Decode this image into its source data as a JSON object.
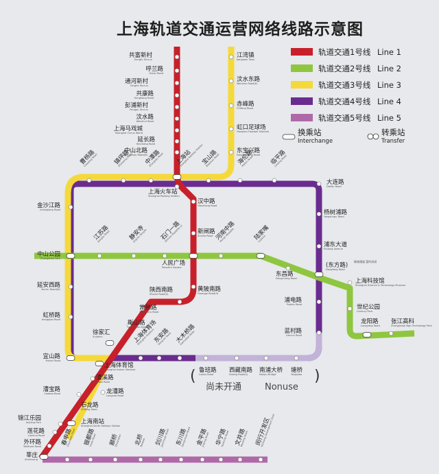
{
  "title": "上海轨道交通运营网络线路示意图",
  "colors": {
    "line1": "#c8202a",
    "line2": "#8fc63f",
    "line3": "#f5d93a",
    "line4": "#6a2c8e",
    "line5": "#b069a8",
    "line4_unopened": "#c3b3d8"
  },
  "legend": {
    "lines": [
      {
        "label": "轨道交通1号线",
        "en": "Line 1",
        "color": "#c8202a"
      },
      {
        "label": "轨道交通2号线",
        "en": "Line 2",
        "color": "#8fc63f"
      },
      {
        "label": "轨道交通3号线",
        "en": "Line 3",
        "color": "#f5d93a"
      },
      {
        "label": "轨道交通4号线",
        "en": "Line 4",
        "color": "#6a2c8e"
      },
      {
        "label": "轨道交通5号线",
        "en": "Line 5",
        "color": "#b069a8"
      }
    ],
    "interchange": {
      "cn": "换乘站",
      "en": "Interchange"
    },
    "transfer": {
      "cn": "转乘站",
      "en": "Transfer"
    }
  },
  "unopened": {
    "cn": "尚未开通",
    "en": "Nonuse"
  },
  "dongfang_note": "(东方路)",
  "dongfang_note_en": "Dongfang Road",
  "dongfang_small": "联络通道  暂时封闭",
  "stations": [
    {
      "id": "gongfuxincun",
      "cn": "共富新村",
      "en": "Gongfu Xincun"
    },
    {
      "id": "hulanlu",
      "cn": "呼兰路",
      "en": "Hulan Road"
    },
    {
      "id": "tonghexincun",
      "cn": "通河新村",
      "en": "Tonghe Xincun"
    },
    {
      "id": "gongkanglu",
      "cn": "共康路",
      "en": "Gongkang Road"
    },
    {
      "id": "pengpuxincun",
      "cn": "彭浦新村",
      "en": "Pengpu Xincun"
    },
    {
      "id": "wenshuilu",
      "cn": "汶水路",
      "en": "Wenshui Road"
    },
    {
      "id": "shmaxicheng",
      "cn": "上海马戏城",
      "en": "Shanghai Circus World"
    },
    {
      "id": "yanchanglu",
      "cn": "延长路",
      "en": "Yanchang Road"
    },
    {
      "id": "zhongshanbeilu",
      "cn": "中山北路",
      "en": "Zhongshan Road(N)"
    },
    {
      "id": "jiangwanzhen",
      "cn": "江湾镇",
      "en": "Jiangwan Town"
    },
    {
      "id": "wenshuidonglu",
      "cn": "汶水东路",
      "en": "Wenshui Road(E)"
    },
    {
      "id": "chifenglu",
      "cn": "赤峰路",
      "en": "Chifeng Road"
    },
    {
      "id": "hongkouzuqiuchang",
      "cn": "虹口足球场",
      "en": "Hongkou Football Stadium"
    },
    {
      "id": "dongbaoxinglu",
      "cn": "东宝兴路",
      "en": "Dongbaoxing Road"
    },
    {
      "id": "caoyanglu",
      "cn": "曹杨路",
      "en": "Caoyang Road"
    },
    {
      "id": "zhenpinglu",
      "cn": "镇坪路",
      "en": "Zhenping Road"
    },
    {
      "id": "zhongtanlu",
      "cn": "中潭路",
      "en": "Zhongtan Road"
    },
    {
      "id": "shanghaizhan",
      "cn": "上海站",
      "en": "Shanghai Railway Station"
    },
    {
      "id": "baoshanlu",
      "cn": "宝山路",
      "en": "Baoshan Road"
    },
    {
      "id": "hailunlu",
      "cn": "海伦路",
      "en": "Hailun Road"
    },
    {
      "id": "linpinglu",
      "cn": "临平路",
      "en": "Linping Road"
    },
    {
      "id": "dalianlu",
      "cn": "大连路",
      "en": "Dalian Road"
    },
    {
      "id": "shanghaihuochezhan",
      "cn": "上海火车站",
      "en": "Shanghai Railway Station"
    },
    {
      "id": "hanzhonglu",
      "cn": "汉中路",
      "en": "Hanzhong Road"
    },
    {
      "id": "jinshajianglu",
      "cn": "金沙江路",
      "en": "Jinshajiang Road"
    },
    {
      "id": "yangshupulu",
      "cn": "杨树浦路",
      "en": "Yangshupu Road"
    },
    {
      "id": "xinzhalu",
      "cn": "新闸路",
      "en": "Xinzha Road"
    },
    {
      "id": "jiangsulu",
      "cn": "江苏路",
      "en": "Jiangsu Road"
    },
    {
      "id": "jinganssi",
      "cn": "静安寺",
      "en": "Jing'an Temple"
    },
    {
      "id": "shimenyilu",
      "cn": "石门一路",
      "en": "Shimen Road(No.1)"
    },
    {
      "id": "henanzhonglu",
      "cn": "河南中路",
      "en": "Henan Road(M)"
    },
    {
      "id": "lujiazui",
      "cn": "陆家嘴",
      "en": "Lujiazui"
    },
    {
      "id": "zhongshangongyuan",
      "cn": "中山公园",
      "en": "Zhongshan Park"
    },
    {
      "id": "renminguangchang",
      "cn": "人民广场",
      "en": "People's Square"
    },
    {
      "id": "pudongdadao",
      "cn": "浦东大道",
      "en": "Pudong Avenue"
    },
    {
      "id": "dongchanglu",
      "cn": "东昌路",
      "en": "Dongchang Road"
    },
    {
      "id": "dongfanglu",
      "cn": "(东方路)",
      "en": "Dongfang Road"
    },
    {
      "id": "zhangjiangkeji",
      "cn": "上海科技馆",
      "en": "Shanghai Science & Technology Museum"
    },
    {
      "id": "yananxilu",
      "cn": "延安西路",
      "en": "Yan'an Road(W)"
    },
    {
      "id": "shaanxinanlu",
      "cn": "陕西南路",
      "en": "Shanxi Road(S)"
    },
    {
      "id": "huangpinanlu",
      "cn": "黄陂南路",
      "en": "Huangpi Road(S)"
    },
    {
      "id": "pudianlu",
      "cn": "浦电路",
      "en": "Pudian Road"
    },
    {
      "id": "shijigongyuan",
      "cn": "世纪公园",
      "en": "Century Park"
    },
    {
      "id": "hongqiaolu",
      "cn": "虹桥路",
      "en": "Hongqiao Road"
    },
    {
      "id": "changshulu",
      "cn": "常熟路",
      "en": "Changshu Road"
    },
    {
      "id": "longyanglu",
      "cn": "龙阳路",
      "en": "Longyang Road"
    },
    {
      "id": "zhangjianggaoke",
      "cn": "张江高科",
      "en": "Zhangjiang High Technology Park"
    },
    {
      "id": "hengshanlu",
      "cn": "衡山路",
      "en": "Hengshan Road"
    },
    {
      "id": "xujiahui",
      "cn": "徐家汇",
      "en": "Xujiahui"
    },
    {
      "id": "lancunlu",
      "cn": "蓝村路",
      "en": "Lancun Road"
    },
    {
      "id": "shtiyuchang",
      "cn": "上海体育场",
      "en": "Shanghai Stadium"
    },
    {
      "id": "dongandalu",
      "cn": "东安路",
      "en": "Dong'an Road"
    },
    {
      "id": "damuqiaolu",
      "cn": "大木桥路",
      "en": "Damuqiao Road"
    },
    {
      "id": "yishanlu",
      "cn": "宜山路",
      "en": "Yishan Road"
    },
    {
      "id": "shtiyuguan",
      "cn": "上海体育馆",
      "en": "Shanghai Indoor Stadium"
    },
    {
      "id": "luban",
      "cn": "鲁班路",
      "en": "Luban Road"
    },
    {
      "id": "xizangnanlu",
      "cn": "西藏南路",
      "en": "Xizang Road(S)"
    },
    {
      "id": "nanpudaqiao",
      "cn": "南浦大桥",
      "en": "Nanpu Bridge"
    },
    {
      "id": "tangqiao",
      "cn": "塘桥",
      "en": "Tangqiao"
    },
    {
      "id": "caoxilu",
      "cn": "漕溪路",
      "en": "Caoxi Road"
    },
    {
      "id": "caobaolu",
      "cn": "漕宝路",
      "en": "Caobao Road"
    },
    {
      "id": "longcaolu",
      "cn": "龙漕路",
      "en": "Longcao Road"
    },
    {
      "id": "shilonglu",
      "cn": "石龙路",
      "en": "Shilong Road"
    },
    {
      "id": "shanghainanzhan",
      "cn": "上海南站",
      "en": "Shanghai South Railway Station"
    },
    {
      "id": "jinjianglepark",
      "cn": "锦江乐园",
      "en": "Jinjiang Park"
    },
    {
      "id": "lianhualu",
      "cn": "莲花路",
      "en": "Lianhua Road"
    },
    {
      "id": "waihuanlu",
      "cn": "外环路",
      "en": "Waihuan Road"
    },
    {
      "id": "xinzhuang",
      "cn": "莘庄",
      "en": "Xinzhuang"
    },
    {
      "id": "chunshenlu",
      "cn": "春申路",
      "en": "Chunshen Road"
    },
    {
      "id": "yindulu",
      "cn": "银都路",
      "en": "Yindu Road"
    },
    {
      "id": "zhuanqiao",
      "cn": "颛桥",
      "en": "Zhuanqiao"
    },
    {
      "id": "beiqiao",
      "cn": "北桥",
      "en": "Beiqiao"
    },
    {
      "id": "jianchuanlu",
      "cn": "剑川路",
      "en": "Jianchuan Road"
    },
    {
      "id": "dongchuanlu",
      "cn": "东川路",
      "en": "Dongchuan Road"
    },
    {
      "id": "jinpinglu",
      "cn": "金平路",
      "en": "Jinping Road"
    },
    {
      "id": "huaninglu",
      "cn": "华宁路",
      "en": "Huaning Road"
    },
    {
      "id": "wenjinglu",
      "cn": "文井路",
      "en": "Wenjing Road"
    },
    {
      "id": "minhangkaifaqu",
      "cn": "闵行开发区",
      "en": "Minhang Development Zone"
    }
  ]
}
